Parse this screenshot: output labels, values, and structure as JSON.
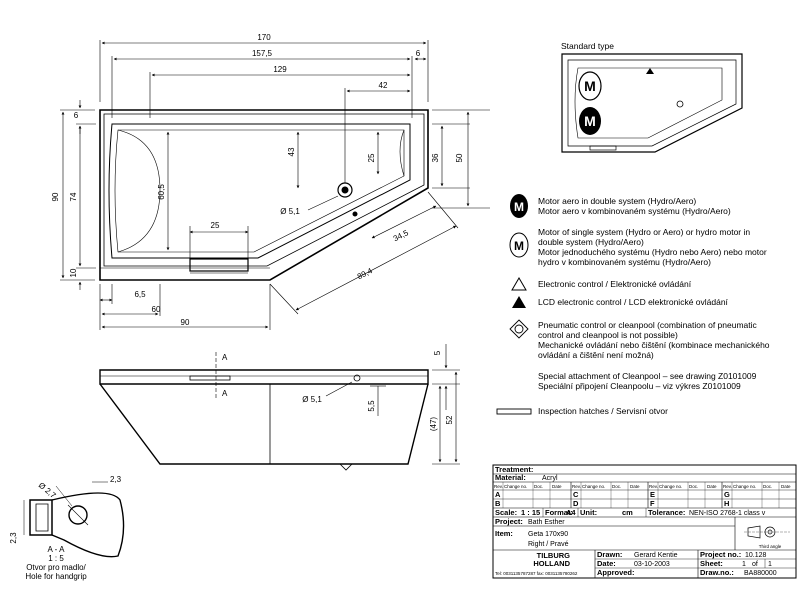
{
  "dimensions": {
    "top_overall": "170",
    "top_157": "157,5",
    "top_129": "129",
    "top_42": "42",
    "top_6": "6",
    "left_6": "6",
    "left_90": "90",
    "left_74": "74",
    "left_10": "10",
    "inner_60_5": "60,5",
    "inner_43": "43",
    "inner_25_v": "25",
    "inner_25_h": "25",
    "hole_5_1": "Ø 5,1",
    "diag_34_5": "34,5",
    "diag_89_4": "89,4",
    "right_36": "36",
    "right_50": "50",
    "bottom_6_5": "6,5",
    "bottom_60": "60",
    "bottom_90": "90",
    "side_5": "5",
    "side_47": "(47)",
    "side_52": "52",
    "side_5_5": "5,5",
    "side_hole": "Ø 5,1",
    "section_a_top": "A",
    "section_a_bottom": "A",
    "detail_2_7": "Ø 2,7",
    "detail_2_3_h": "2,3",
    "detail_2_3_v": "2,3"
  },
  "standard_type": {
    "title": "Standard type",
    "motor_letter_1": "M",
    "motor_letter_2": "M"
  },
  "legend": [
    {
      "icon": "motor-double-icon",
      "lines": [
        "Motor aero in double system (Hydro/Aero)",
        "Motor aero v kombinovaném systému (Hydro/Aero)"
      ]
    },
    {
      "icon": "motor-single-icon",
      "lines": [
        "Motor of single system (Hydro or Aero) or hydro motor in",
        "double system (Hydro/Aero)",
        "Motor jednoduchého systému (Hydro nebo Aero) nebo motor",
        "hydro v kombinovaném systému (Hydro/Aero)"
      ]
    },
    {
      "icon": "electronic-control-icon",
      "lines": [
        "Electronic control / Elektronické ovládání"
      ]
    },
    {
      "icon": "lcd-control-icon",
      "lines": [
        "LCD electronic control / LCD elektronické ovládání"
      ]
    },
    {
      "icon": "pneumatic-control-icon",
      "lines": [
        "Pneumatic control or cleanpool (combination of pneumatic",
        "control and cleanpool is not possible)",
        "Mechanické ovládání nebo čištění (kombinace mechanického",
        "ovládání a čištění není možná)"
      ]
    },
    {
      "icon": "special-attachment-icon",
      "lines": [
        "Special attachment of Cleanpool – see drawing Z0101009",
        "Speciální připojení Cleanpoolu – viz výkres Z0101009"
      ]
    },
    {
      "icon": "inspection-hatch-icon",
      "lines": [
        "Inspection hatches / Servisní otvor"
      ]
    }
  ],
  "motor_icon_letter": "M",
  "detail": {
    "label": "A - A",
    "scale": "1 : 5",
    "caption_cz": "Otvor pro madlo/",
    "caption_en": "Hole for handgrip"
  },
  "title_block": {
    "treatment_label": "Treatment:",
    "material_label": "Material:",
    "material_value": "Acryl",
    "rev_header": "Rev.",
    "change_no_header": "Change no.",
    "doc_header": "Doc.",
    "date_header": "Date",
    "rev_letters": [
      "A",
      "B",
      "C",
      "D",
      "E",
      "F",
      "G",
      "H"
    ],
    "scale_label": "Scale:",
    "scale_value": "1 : 15",
    "format_label": "Format:",
    "format_value": "A4",
    "unit_label": "Unit:",
    "unit_value": "cm",
    "tolerance_label": "Tolerance:",
    "tolerance_value": "NEN-ISO 2768-1 class v",
    "project_label": "Project:",
    "project_value": "Bath Esther",
    "item_label": "Item:",
    "item_line_1": "Geta 170x90",
    "item_line_2": "Right / Pravé",
    "projection_label": "Third angle",
    "company_city": "TILBURG",
    "company_country": "HOLLAND",
    "phone": "Tel: 0031135787287 fax: 0031135780262",
    "drawn_label": "Drawn:",
    "drawn_value": "Gerard Kentie",
    "date_label": "Date:",
    "date_value": "03-10-2003",
    "approved_label": "Approved:",
    "project_no_label": "Project no.:",
    "project_no_value": "10.128",
    "sheet_label": "Sheet:",
    "sheet_value": "1",
    "sheet_of": "of",
    "sheet_total": "1",
    "drawing_no_label": "Draw.no.:",
    "drawing_no_value": "BA880000"
  }
}
